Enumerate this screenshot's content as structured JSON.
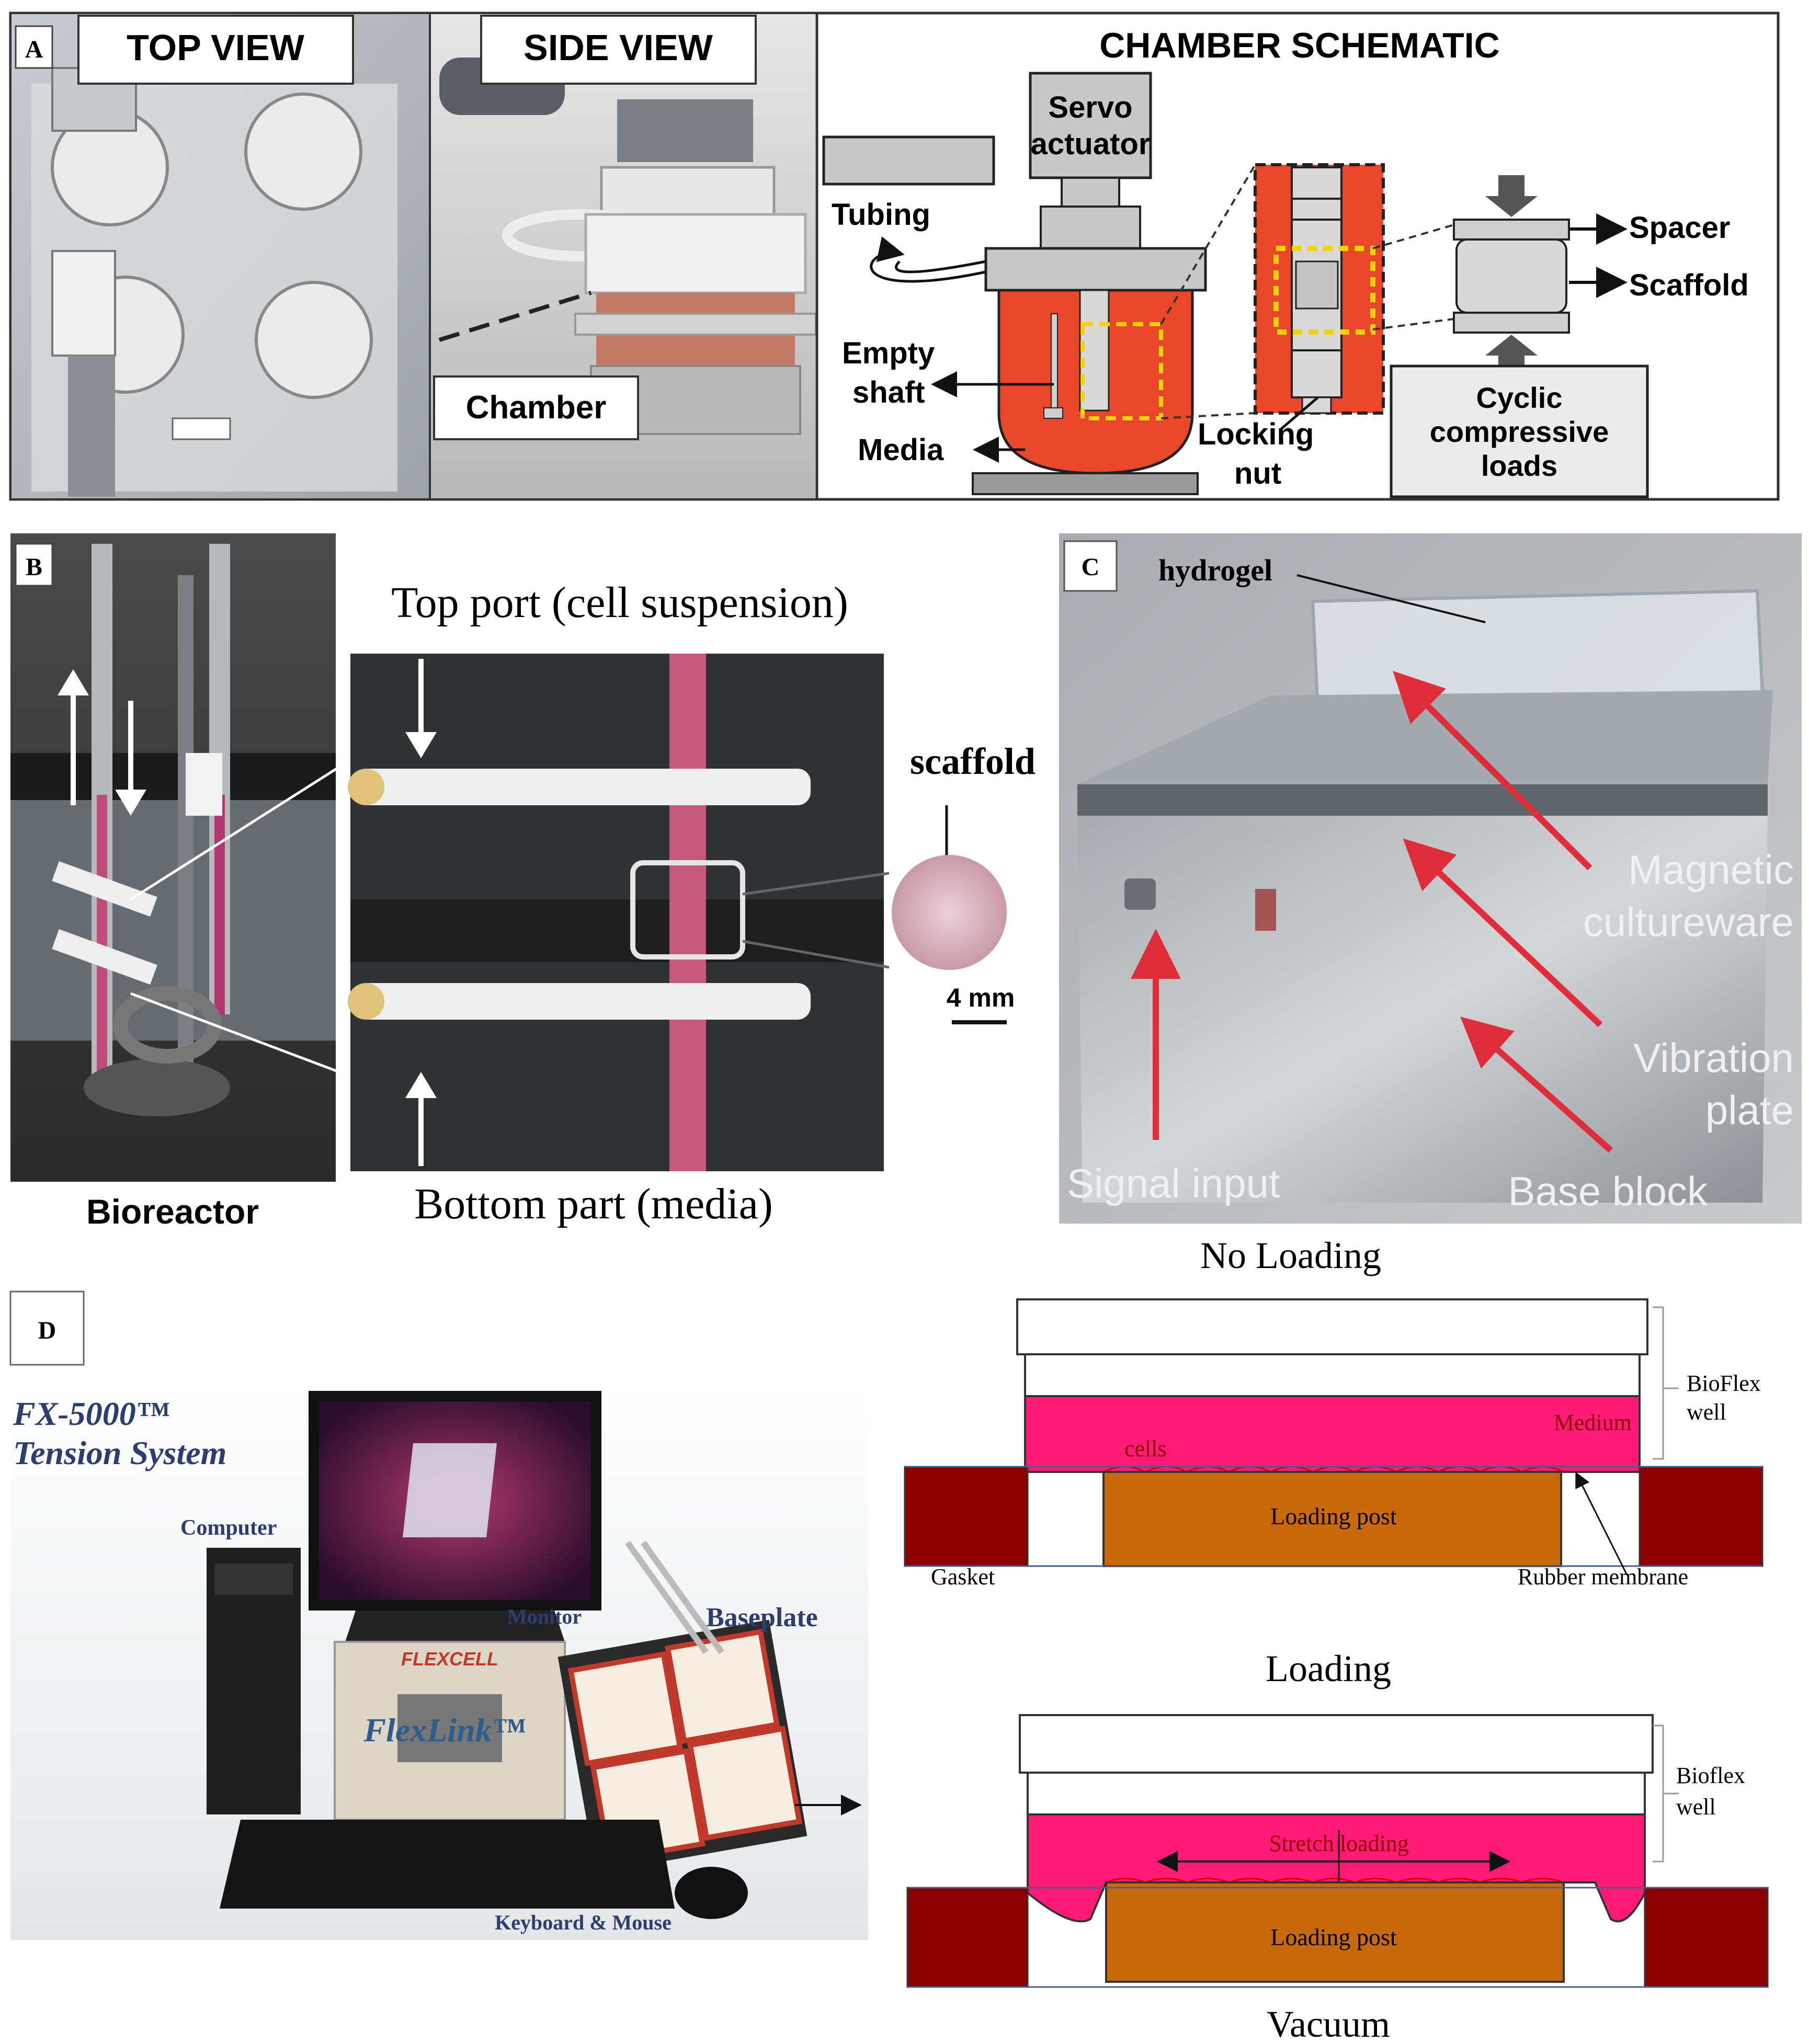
{
  "panels": {
    "A": {
      "letter": "A",
      "top_view_label": "TOP VIEW",
      "side_view_label": "SIDE VIEW",
      "side_chamber_label": "Chamber",
      "schematic_title": "CHAMBER SCHEMATIC",
      "servo_line1": "Servo",
      "servo_line2": "actuator",
      "tubing": "Tubing",
      "empty_shaft_line1": "Empty",
      "empty_shaft_line2": "shaft",
      "media": "Media",
      "locking_nut_line1": "Locking",
      "locking_nut_line2": "nut",
      "spacer": "Spacer",
      "scaffold": "Scaffold",
      "cyclic_line1": "Cyclic",
      "cyclic_line2": "compressive",
      "cyclic_line3": "loads"
    },
    "B": {
      "letter": "B",
      "bioreactor": "Bioreactor",
      "top_port": "Top port (cell suspension)",
      "bottom_part": "Bottom part (media)",
      "scaffold": "scaffold",
      "scale": "4 mm"
    },
    "C": {
      "letter": "C",
      "hydrogel": "hydrogel",
      "magnetic_line1": "Magnetic",
      "magnetic_line2": "cultureware",
      "vibration_line1": "Vibration",
      "vibration_line2": "plate",
      "signal_input": "Signal input",
      "base_block": "Base block"
    },
    "D": {
      "letter": "D",
      "system_line1": "FX-5000™",
      "system_line2": "Tension System",
      "computer": "Computer",
      "monitor": "Monitor",
      "baseplate": "Baseplate",
      "flexcell": "FLEXCELL",
      "flexlink": "FlexLink™",
      "keyboard_mouse": "Keyboard & Mouse",
      "no_loading": "No Loading",
      "loading": "Loading",
      "vacuum": "Vacuum",
      "bioflex_well_line1": "BioFlex",
      "bioflex_well_line2": "well",
      "bioflex_well2_line1": "Bioflex",
      "bioflex_well2_line2": "well",
      "medium": "Medium",
      "cells": "cells",
      "loading_post": "Loading post",
      "loading_post2": "Loading post",
      "gasket": "Gasket",
      "rubber_membrane": "Rubber membrane",
      "stretch_loading": "Stretch loading"
    }
  },
  "colors": {
    "chamber_red": "#e8472a",
    "medium_pink": "#ff1a75",
    "loading_post": "#c8690c",
    "gasket": "#8b0000",
    "locking_yellow": "#f4d20b",
    "red_arrow": "#e02d3c"
  }
}
